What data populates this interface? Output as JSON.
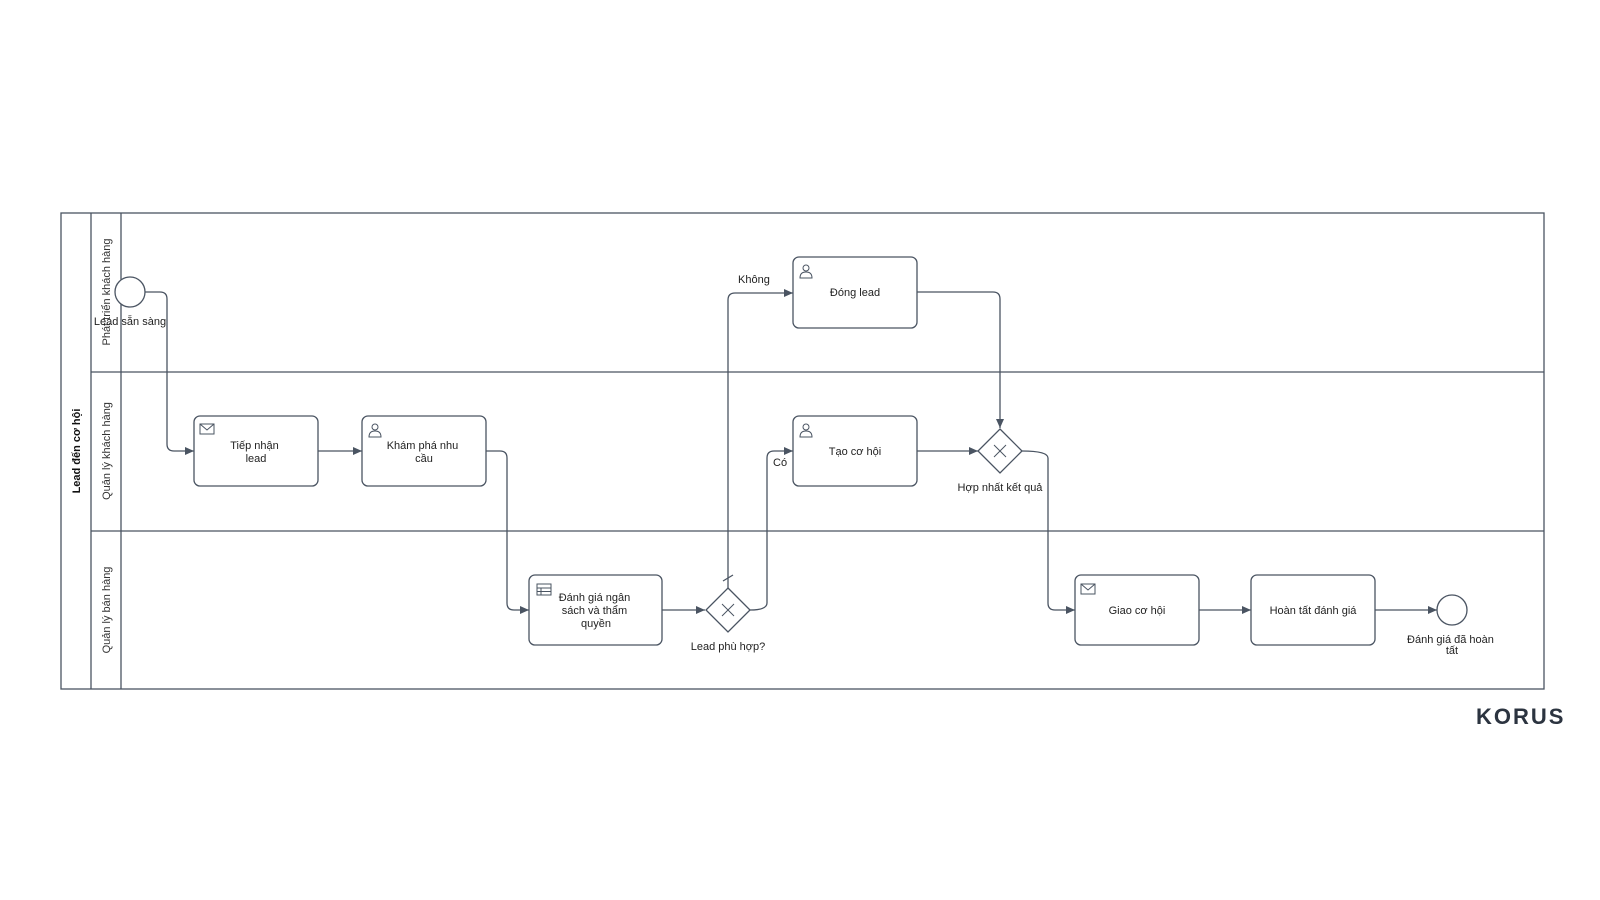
{
  "pool": {
    "title": "Lead đến cơ hội"
  },
  "lanes": [
    {
      "id": "lane1",
      "title": "Phát triển khách hàng"
    },
    {
      "id": "lane2",
      "title": "Quản lý khách hàng"
    },
    {
      "id": "lane3",
      "title": "Quản lý bán hàng"
    }
  ],
  "events": {
    "start": {
      "label": "Lead sẵn sàng"
    },
    "end": {
      "label_lines": [
        "Đánh giá đã hoàn",
        "tất"
      ]
    }
  },
  "tasks": {
    "t1": {
      "lines": [
        "Tiếp nhận",
        "lead"
      ],
      "icon": "envelope-icon"
    },
    "t2": {
      "lines": [
        "Khám phá nhu",
        "cầu"
      ],
      "icon": "user-icon"
    },
    "t3": {
      "lines": [
        "Đánh giá ngân",
        "sách và thẩm",
        "quyền"
      ],
      "icon": "table-icon"
    },
    "t4": {
      "lines": [
        "Đóng lead"
      ],
      "icon": "user-icon"
    },
    "t5": {
      "lines": [
        "Tạo cơ hội"
      ],
      "icon": "user-icon"
    },
    "t6": {
      "lines": [
        "Giao cơ hội"
      ],
      "icon": "envelope-icon"
    },
    "t7": {
      "lines": [
        "Hoàn tất đánh giá"
      ],
      "icon": ""
    }
  },
  "gateways": {
    "g1": {
      "label": "Lead phù hợp?"
    },
    "g2": {
      "label": "Hợp nhất kết quả"
    }
  },
  "flow_labels": {
    "no": "Không",
    "yes": "Có"
  },
  "brand": {
    "name": "KORUS"
  }
}
